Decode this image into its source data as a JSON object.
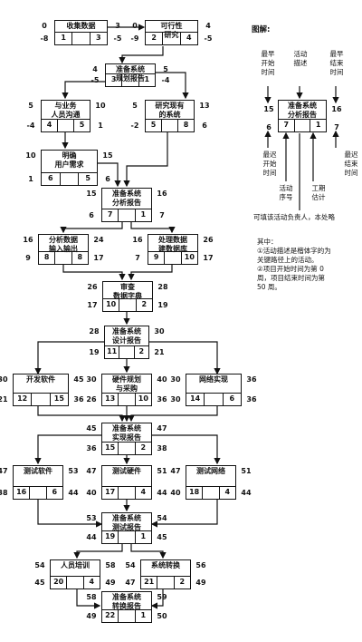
{
  "legend": {
    "title": "图解:",
    "earliest_start": "最早\n开始\n时间",
    "activity_desc": "活动\n描述",
    "earliest_finish": "最早\n结束\n时间",
    "latest_start": "最迟\n开始\n时间",
    "latest_finish": "最迟\n结束\n时间",
    "activity_seq": "活动\n序号",
    "duration_est": "工期\n估计",
    "sample_name": "准备系统\n分析报告",
    "sample_seq": "7",
    "sample_duration": "1",
    "sample_es": "15",
    "sample_ef": "16",
    "sample_ls": "6",
    "sample_lf": "7",
    "owner_note": "可填该活动负责人，本处略",
    "notes": "其中：\n①活动描述是楷体字的为\n  关键路径上的活动。\n②项目开始时间为第 0\n  周，项目结束时间为第\n  50 周。"
  },
  "tasks": [
    {
      "id": "t1",
      "name": "收集数据",
      "seq": "1",
      "dur": "3",
      "es": "0",
      "ef": "3",
      "ls": "-8",
      "lf": "-5"
    },
    {
      "id": "t2",
      "name": "可行性\n研究",
      "seq": "2",
      "dur": "4",
      "es": "0",
      "ef": "4",
      "ls": "-9",
      "lf": "-5"
    },
    {
      "id": "t3",
      "name": "准备系统\n规划报告",
      "seq": "3",
      "dur": "1",
      "es": "4",
      "ef": "5",
      "ls": "-5",
      "lf": "-4"
    },
    {
      "id": "t4",
      "name": "与业务\n人员沟通",
      "seq": "4",
      "dur": "5",
      "es": "5",
      "ef": "10",
      "ls": "-4",
      "lf": "1"
    },
    {
      "id": "t5",
      "name": "研究现有\n的系统",
      "seq": "5",
      "dur": "8",
      "es": "5",
      "ef": "13",
      "ls": "-2",
      "lf": "6"
    },
    {
      "id": "t6",
      "name": "明确\n用户需求",
      "seq": "6",
      "dur": "5",
      "es": "10",
      "ef": "15",
      "ls": "1",
      "lf": "6"
    },
    {
      "id": "t7",
      "name": "准备系统\n分析报告",
      "seq": "7",
      "dur": "1",
      "es": "15",
      "ef": "16",
      "ls": "6",
      "lf": "7"
    },
    {
      "id": "t8",
      "name": "分析数据\n输入输出",
      "seq": "8",
      "dur": "8",
      "es": "16",
      "ef": "24",
      "ls": "9",
      "lf": "17"
    },
    {
      "id": "t9",
      "name": "处理数据\n建数据库",
      "seq": "9",
      "dur": "10",
      "es": "16",
      "ef": "26",
      "ls": "7",
      "lf": "17"
    },
    {
      "id": "t10",
      "name": "审查\n数据字典",
      "seq": "10",
      "dur": "2",
      "es": "26",
      "ef": "28",
      "ls": "17",
      "lf": "19"
    },
    {
      "id": "t11",
      "name": "准备系统\n设计报告",
      "seq": "11",
      "dur": "2",
      "es": "28",
      "ef": "30",
      "ls": "19",
      "lf": "21"
    },
    {
      "id": "t12",
      "name": "开发软件",
      "seq": "12",
      "dur": "15",
      "es": "30",
      "ef": "45",
      "ls": "21",
      "lf": "36"
    },
    {
      "id": "t13",
      "name": "硬件规划\n与采购",
      "seq": "13",
      "dur": "10",
      "es": "30",
      "ef": "40",
      "ls": "26",
      "lf": "36"
    },
    {
      "id": "t14",
      "name": "网络实现",
      "seq": "14",
      "dur": "6",
      "es": "30",
      "ef": "36",
      "ls": "30",
      "lf": "36"
    },
    {
      "id": "t15",
      "name": "准备系统\n实现报告",
      "seq": "15",
      "dur": "2",
      "es": "45",
      "ef": "47",
      "ls": "36",
      "lf": "38"
    },
    {
      "id": "t16",
      "name": "测试软件",
      "seq": "16",
      "dur": "6",
      "es": "47",
      "ef": "53",
      "ls": "38",
      "lf": "44"
    },
    {
      "id": "t17",
      "name": "测试硬件",
      "seq": "17",
      "dur": "4",
      "es": "47",
      "ef": "51",
      "ls": "40",
      "lf": "44"
    },
    {
      "id": "t18",
      "name": "测试网络",
      "seq": "18",
      "dur": "4",
      "es": "47",
      "ef": "51",
      "ls": "40",
      "lf": "44"
    },
    {
      "id": "t19",
      "name": "准备系统\n测试报告",
      "seq": "19",
      "dur": "1",
      "es": "53",
      "ef": "54",
      "ls": "44",
      "lf": "45"
    },
    {
      "id": "t20",
      "name": "人员培训",
      "seq": "20",
      "dur": "4",
      "es": "54",
      "ef": "58",
      "ls": "45",
      "lf": "49"
    },
    {
      "id": "t21",
      "name": "系统转换",
      "seq": "21",
      "dur": "2",
      "es": "54",
      "ef": "56",
      "ls": "47",
      "lf": "49"
    },
    {
      "id": "t22",
      "name": "准备系统\n转换报告",
      "seq": "22",
      "dur": "1",
      "es": "58",
      "ef": "59",
      "ls": "49",
      "lf": "50"
    }
  ]
}
